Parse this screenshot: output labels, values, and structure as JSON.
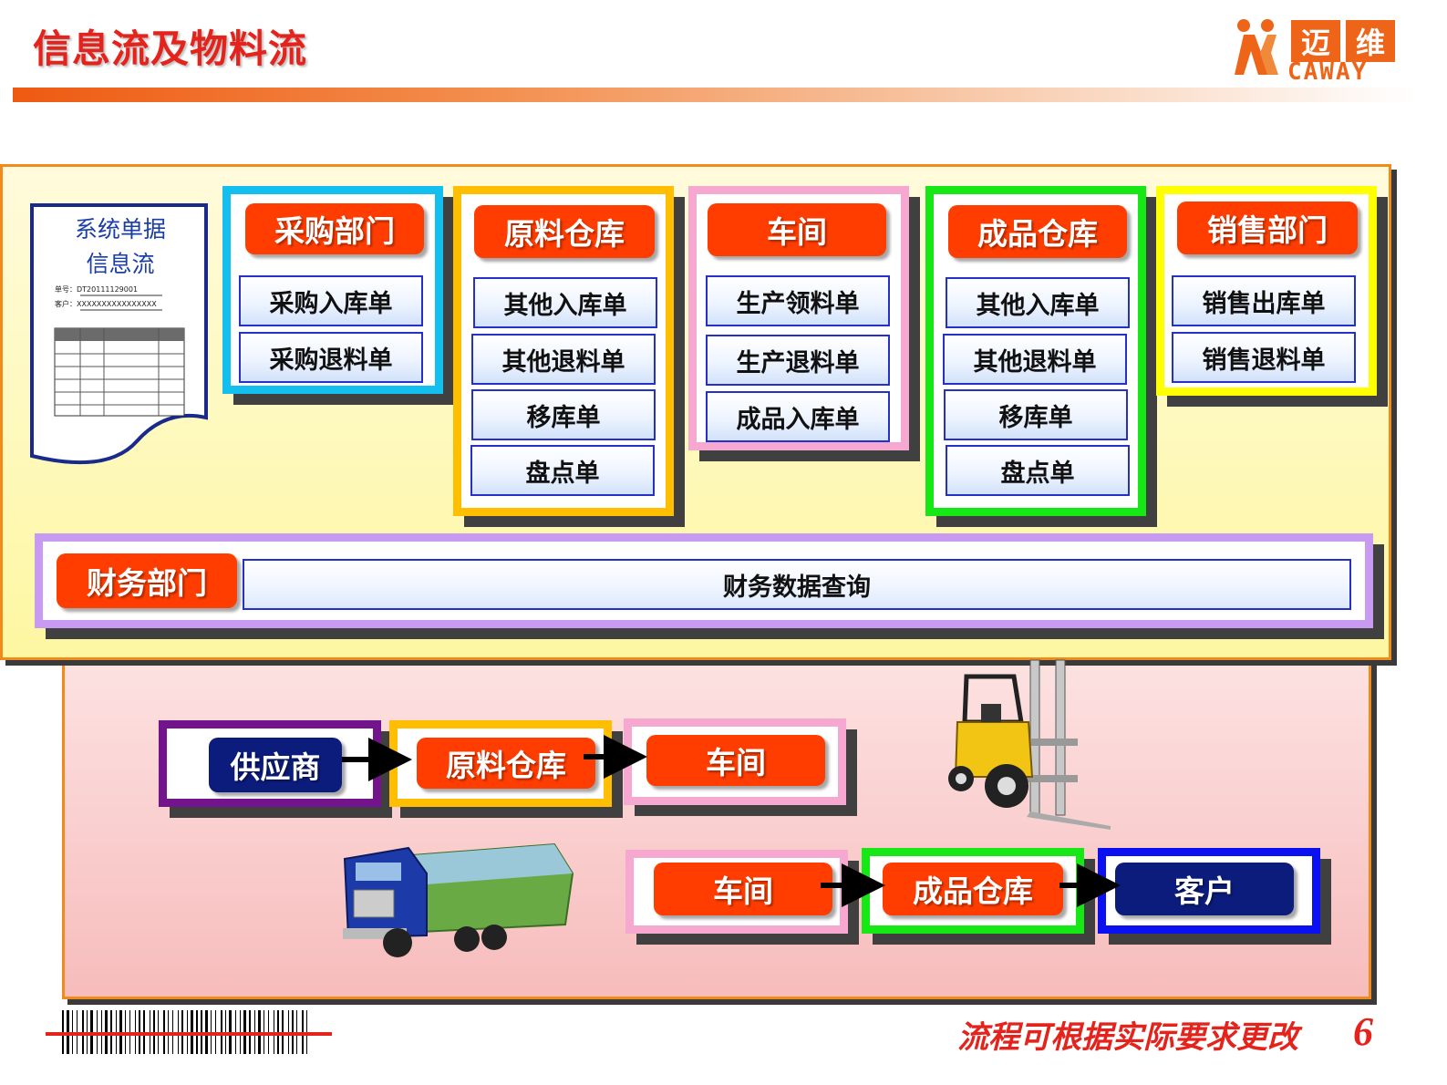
{
  "header": {
    "title": "信息流及物料流"
  },
  "logo": {
    "char1": "迈",
    "char2": "维",
    "en": "CAWAY"
  },
  "document": {
    "line1": "系统单据",
    "line2": "信息流",
    "no_label": "单号：",
    "no_value": "DT20111129001",
    "cust_label": "客户：",
    "cust_value": "XXXXXXXXXXXXXXXX"
  },
  "departments": {
    "purchase": {
      "title": "采购部门",
      "items": [
        "采购入库单",
        "采购退料单"
      ]
    },
    "raw": {
      "title": "原料仓库",
      "items": [
        "其他入库单",
        "其他退料单",
        "移库单",
        "盘点单"
      ]
    },
    "workshop": {
      "title": "车间",
      "items": [
        "生产领料单",
        "生产退料单",
        "成品入库单"
      ]
    },
    "finished": {
      "title": "成品仓库",
      "items": [
        "其他入库单",
        "其他退料单",
        "移库单",
        "盘点单"
      ]
    },
    "sales": {
      "title": "销售部门",
      "items": [
        "销售出库单",
        "销售退料单"
      ]
    },
    "finance": {
      "title": "财务部门",
      "bar": "财务数据查询"
    }
  },
  "flow1": [
    "供应商",
    "原料仓库",
    "车间"
  ],
  "flow2": [
    "车间",
    "成品仓库",
    "客户"
  ],
  "footer": {
    "note": "流程可根据实际要求更改",
    "page": "6"
  }
}
